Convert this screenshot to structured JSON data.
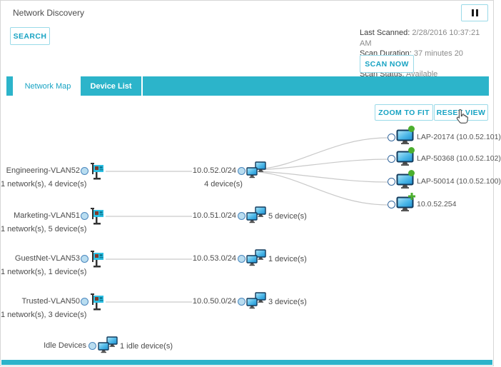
{
  "header": {
    "title": "Network Discovery",
    "search_label": "SEARCH"
  },
  "scan_info": {
    "last_scanned_label": "Last Scanned:",
    "last_scanned_value": "2/28/2016 10:37:21 AM",
    "scan_duration_label": "Scan Duration:",
    "scan_duration_value": "37 minutes 20 seconds",
    "scan_status_label": "Scan Status:",
    "scan_status_value": "Available",
    "scan_now_label": "SCAN NOW"
  },
  "tabs": {
    "network_map": "Network Map",
    "device_list": "Device List"
  },
  "toolbar": {
    "zoom_to_fit_label": "ZOOM TO FIT",
    "reset_view_label": "RESET VIEW"
  },
  "map": {
    "vlans": [
      {
        "name": "Engineering-VLAN52",
        "summary": "1 network(s), 4 device(s)",
        "network": "10.0.52.0/24",
        "device_count": "4 device(s)"
      },
      {
        "name": "Marketing-VLAN51",
        "summary": "1 network(s), 5 device(s)",
        "network": "10.0.51.0/24",
        "device_count": "5 device(s)"
      },
      {
        "name": "GuestNet-VLAN53",
        "summary": "1 network(s), 1 device(s)",
        "network": "10.0.53.0/24",
        "device_count": "1 device(s)"
      },
      {
        "name": "Trusted-VLAN50",
        "summary": "1 network(s), 3 device(s)",
        "network": "10.0.50.0/24",
        "device_count": "3 device(s)"
      }
    ],
    "devices": [
      {
        "label": "LAP-20174 (10.0.52.101)",
        "status": "online"
      },
      {
        "label": "LAP-50368 (10.0.52.102)",
        "status": "online"
      },
      {
        "label": "LAP-50014 (10.0.52.100)",
        "status": "online"
      },
      {
        "label": "10.0.52.254",
        "status": "new"
      }
    ],
    "idle": {
      "label": "Idle Devices",
      "summary": "1 idle device(s)"
    }
  },
  "colors": {
    "accent": "#2cb4ca",
    "accent_text": "#17a3c3",
    "accent_border": "#9adae8",
    "line": "#c9c9c9",
    "status_green": "#4caf2e"
  }
}
